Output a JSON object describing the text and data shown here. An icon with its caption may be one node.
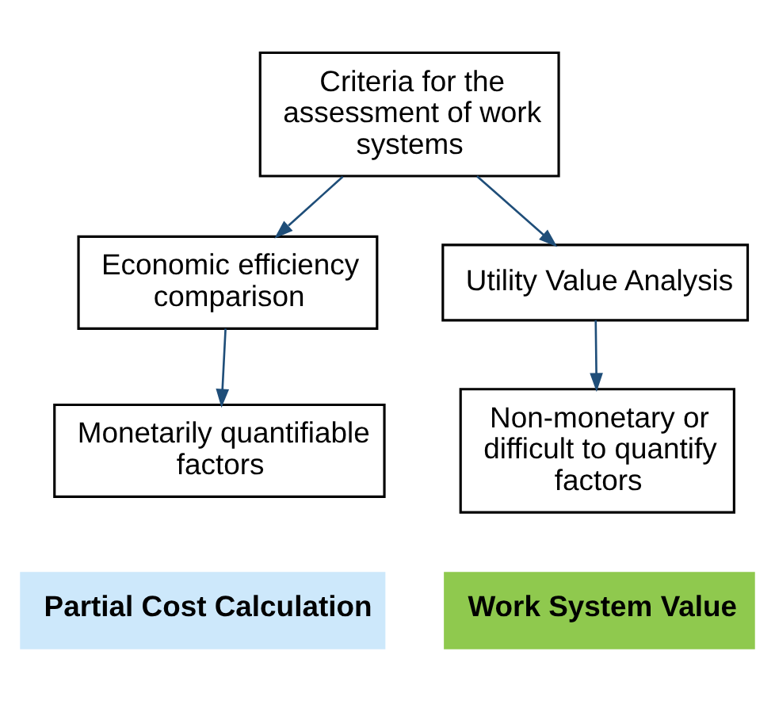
{
  "diagram": {
    "nodes": [
      {
        "text": [
          "Criteria for the assessment of work systems"
        ]
      },
      {
        "text": [
          "Economic efficiency comparison"
        ]
      },
      {
        "text": [
          "Utility Value Analysis"
        ]
      },
      {
        "text": [
          "Monetarily quantifiable factors"
        ]
      },
      {
        "text": [
          "Non-monetary or difficult to quantify factors"
        ]
      },
      {
        "text": [
          "Partial Cost Calculation"
        ]
      },
      {
        "text": [
          "Work System Value"
        ]
      }
    ],
    "edges": [
      {
        "from": 0,
        "to": 1,
        "arrow": "to",
        "color": "#1f4e79"
      },
      {
        "from": 0,
        "to": 2,
        "arrow": "to",
        "color": "#1f4e79"
      },
      {
        "from": 1,
        "to": 3,
        "arrow": "to",
        "color": "#1f4e79"
      },
      {
        "from": 2,
        "to": 4,
        "arrow": "to",
        "color": "#1f4e79"
      }
    ]
  }
}
